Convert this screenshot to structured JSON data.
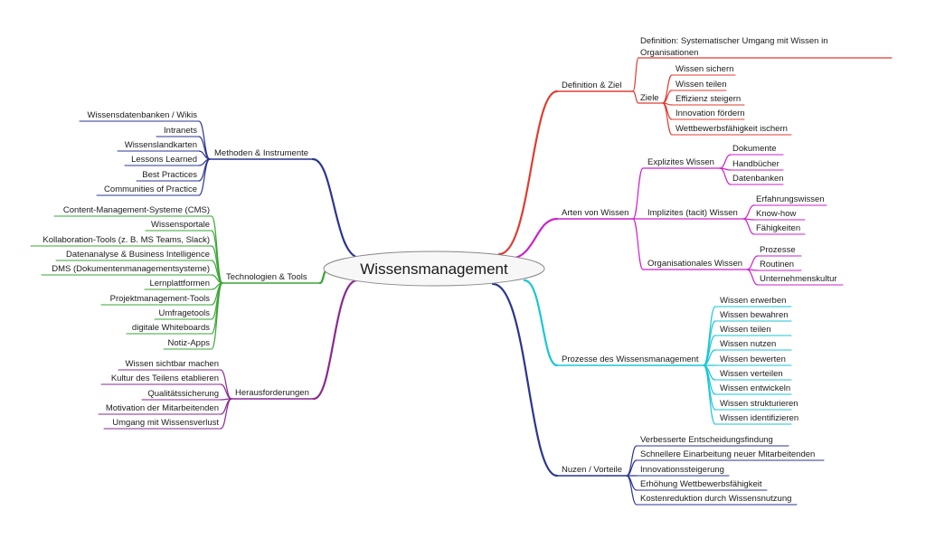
{
  "central": {
    "label": "Wissensmanagement"
  },
  "colors": {
    "red": "#e03c31",
    "magenta": "#cc22cc",
    "cyan": "#19c6d6",
    "navy": "#2a3590",
    "green": "#3aa535",
    "purple": "#8a2890",
    "ellipse_stroke": "#888888",
    "ellipse_fill": "#f7f7f7"
  },
  "branches": {
    "definition": {
      "label": "Definition & Ziel",
      "definition_text": [
        "Definition: Systematischer Umgang mit Wissen in",
        "Organisationen"
      ],
      "ziele": {
        "label": "Ziele",
        "items": [
          "Wissen sichern",
          "Wissen teilen",
          "Effizienz steigern",
          "Innovation fördern",
          "Wettbewerbsfähigkeit ischern"
        ]
      }
    },
    "arten": {
      "label": "Arten von Wissen",
      "groups": [
        {
          "label": "Explizites Wissen",
          "items": [
            "Dokumente",
            "Handbücher",
            "Datenbanken"
          ]
        },
        {
          "label": "Implizites (tacit) Wissen",
          "items": [
            "Erfahrungswissen",
            "Know-how",
            "Fähigkeiten"
          ]
        },
        {
          "label": "Organisationales Wissen",
          "items": [
            "Prozesse",
            "Routinen",
            "Unternehmenskultur"
          ]
        }
      ]
    },
    "prozesse": {
      "label": "Prozesse des Wissensmanagement",
      "items": [
        "Wissen erwerben",
        "Wissen bewahren",
        "Wissen teilen",
        "Wissen nutzen",
        "Wissen bewerten",
        "Wissen verteilen",
        "Wissen entwickeln",
        "Wissen strukturieren",
        "Wissen identifizieren"
      ]
    },
    "nutzen": {
      "label": "Nuzen / Vorteile",
      "items": [
        "Verbesserte Entscheidungsfindung",
        "Schnellere Einarbeitung neuer Mitarbeitenden",
        "Innovationssteigerung",
        "Erhöhung Wettbewerbsfähigkeit",
        "Kostenreduktion durch Wissensnutzung"
      ]
    },
    "methoden": {
      "label": "Methoden & Instrumente",
      "items": [
        "Wissensdatenbanken / Wikis",
        "Intranets",
        "Wissenslandkarten",
        "Lessons Learned",
        "Best Practices",
        "Communities of Practice"
      ]
    },
    "technologien": {
      "label": "Technologien & Tools",
      "items": [
        "Content-Management-Systeme (CMS)",
        "Wissensportale",
        "Kollaboration-Tools (z. B. MS Teams, Slack)",
        "Datenanalyse & Business Intelligence",
        "DMS (Dokumentenmanagementsysteme)",
        "Lernplattformen",
        "Projektmanagement-Tools",
        "Umfragetools",
        "digitale Whiteboards",
        "Notiz-Apps"
      ]
    },
    "herausforderungen": {
      "label": "Herausforderungen",
      "items": [
        "Wissen sichtbar machen",
        "Kultur des Teilens etablieren",
        "Qualitätssicherung",
        "Motivation der Mitarbeitenden",
        "Umgang mit Wissensverlust"
      ]
    }
  }
}
